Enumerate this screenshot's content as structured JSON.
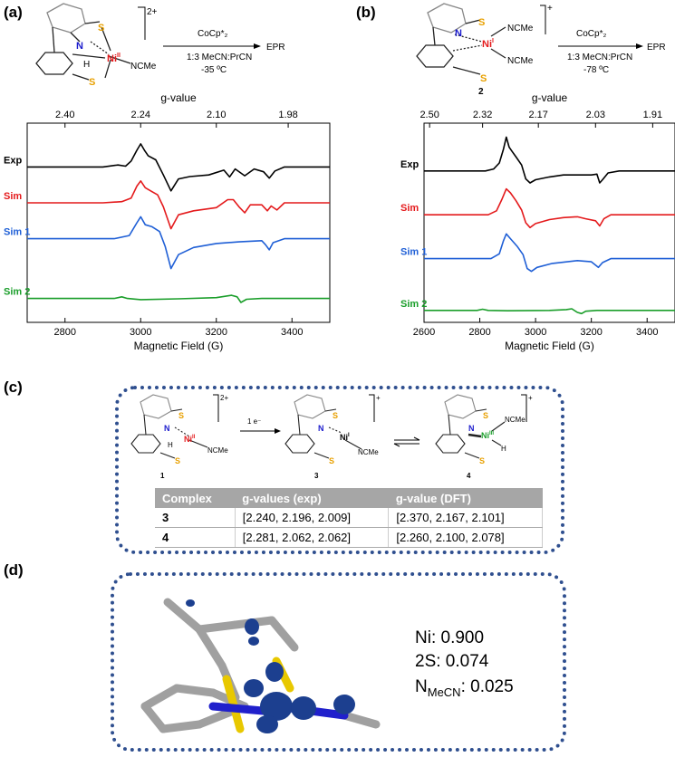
{
  "panels": {
    "a": {
      "label": "(a)",
      "charge": "2+",
      "reagent": "CoCp*₂",
      "conditions": [
        "1:3 MeCN:PrCN",
        "-35 ºC"
      ],
      "product": "EPR",
      "atoms": {
        "ni": "Ni",
        "ni_ox": "II",
        "n": "N",
        "h": "H",
        "s1": "S",
        "s2": "S",
        "ligand": "NCMe"
      }
    },
    "b": {
      "label": "(b)",
      "charge": "+",
      "reagent": "CoCp*₂",
      "conditions": [
        "1:3 MeCN:PrCN",
        "-78 ºC"
      ],
      "product": "EPR",
      "compound": "2",
      "atoms": {
        "ni": "Ni",
        "ni_ox": "I",
        "n": "N",
        "s1": "S",
        "s2": "S",
        "ligand1": "NCMe",
        "ligand2": "NCMe"
      }
    },
    "c": {
      "label": "(c)",
      "compounds": [
        {
          "id": "1",
          "charge": "2+",
          "ni": "Ni",
          "ox": "II",
          "n": "N",
          "h": "H",
          "s": "S",
          "lig": "NCMe"
        },
        {
          "id": "3",
          "charge": "+",
          "ni": "Ni",
          "ox": "I",
          "n": "N",
          "s": "S",
          "lig": "NCMe"
        },
        {
          "id": "4",
          "charge": "+",
          "ni": "Ni",
          "ox": "III",
          "n": "N",
          "h": "H",
          "s": "S",
          "lig": "NCMe"
        }
      ],
      "reduction_label": "1 e⁻",
      "table": {
        "headers": [
          "Complex",
          "g-values (exp)",
          "g-value (DFT)"
        ],
        "rows": [
          [
            "3",
            "[2.240, 2.196, 2.009]",
            "[2.370, 2.167, 2.101]"
          ],
          [
            "4",
            "[2.281, 2.062, 2.062]",
            "[2.260, 2.100, 2.078]"
          ]
        ]
      }
    },
    "d": {
      "label": "(d)",
      "spin_density": {
        "ni": "Ni: 0.900",
        "s": "2S: 0.074",
        "n_main": "N",
        "n_sub": "MeCN",
        "n_val": ": 0.025"
      }
    }
  },
  "colors": {
    "exp": "#000000",
    "sim": "#e41a1c",
    "sim1": "#1f5fd6",
    "sim2": "#1a9e2a",
    "n_atom": "#1a1acc",
    "s_atom": "#e8a000",
    "ni_atom": "#e41a1c",
    "ni_iii": "#1a9e2a",
    "box": "#2f4f8f"
  },
  "chart_data": [
    {
      "type": "line",
      "xlabel": "Magnetic Field (G)",
      "top_label": "g-value",
      "xlim": [
        2700,
        3500
      ],
      "xticks": [
        2800,
        3000,
        3200,
        3400
      ],
      "top_ticks": [
        "2.40",
        "2.24",
        "2.10",
        "1.98"
      ],
      "top_tick_fields": [
        2800,
        3000,
        3200,
        3390
      ],
      "series": [
        {
          "name": "Exp",
          "color": "#000000",
          "baseline": 0.78,
          "points": [
            [
              2700,
              0
            ],
            [
              2900,
              0
            ],
            [
              2940,
              0.05
            ],
            [
              2960,
              0.02
            ],
            [
              2975,
              0.15
            ],
            [
              2990,
              0.42
            ],
            [
              3000,
              0.58
            ],
            [
              3010,
              0.42
            ],
            [
              3020,
              0.28
            ],
            [
              3040,
              0.18
            ],
            [
              3060,
              -0.2
            ],
            [
              3080,
              -0.6
            ],
            [
              3100,
              -0.3
            ],
            [
              3130,
              -0.24
            ],
            [
              3180,
              -0.2
            ],
            [
              3220,
              -0.08
            ],
            [
              3235,
              -0.25
            ],
            [
              3250,
              -0.05
            ],
            [
              3275,
              -0.22
            ],
            [
              3300,
              -0.05
            ],
            [
              3325,
              -0.12
            ],
            [
              3340,
              -0.28
            ],
            [
              3355,
              -0.1
            ],
            [
              3380,
              0
            ],
            [
              3500,
              0
            ]
          ]
        },
        {
          "name": "Sim",
          "color": "#e41a1c",
          "baseline": 0.6,
          "points": [
            [
              2700,
              0
            ],
            [
              2900,
              0
            ],
            [
              2950,
              0.03
            ],
            [
              2975,
              0.12
            ],
            [
              2990,
              0.42
            ],
            [
              3000,
              0.55
            ],
            [
              3012,
              0.38
            ],
            [
              3030,
              0.28
            ],
            [
              3045,
              0.2
            ],
            [
              3060,
              -0.1
            ],
            [
              3080,
              -0.65
            ],
            [
              3100,
              -0.3
            ],
            [
              3140,
              -0.2
            ],
            [
              3200,
              -0.12
            ],
            [
              3230,
              0.08
            ],
            [
              3245,
              0.08
            ],
            [
              3260,
              -0.1
            ],
            [
              3275,
              -0.25
            ],
            [
              3290,
              -0.05
            ],
            [
              3320,
              -0.05
            ],
            [
              3335,
              -0.2
            ],
            [
              3345,
              -0.08
            ],
            [
              3360,
              -0.18
            ],
            [
              3380,
              0
            ],
            [
              3500,
              0
            ]
          ]
        },
        {
          "name": "Sim 1",
          "color": "#1f5fd6",
          "baseline": 0.42,
          "points": [
            [
              2700,
              0
            ],
            [
              2930,
              0
            ],
            [
              2970,
              0.08
            ],
            [
              2990,
              0.4
            ],
            [
              3000,
              0.55
            ],
            [
              3012,
              0.35
            ],
            [
              3030,
              0.3
            ],
            [
              3050,
              0.18
            ],
            [
              3065,
              -0.2
            ],
            [
              3080,
              -0.75
            ],
            [
              3100,
              -0.4
            ],
            [
              3140,
              -0.22
            ],
            [
              3200,
              -0.12
            ],
            [
              3260,
              -0.08
            ],
            [
              3320,
              -0.05
            ],
            [
              3330,
              -0.15
            ],
            [
              3340,
              -0.28
            ],
            [
              3350,
              -0.1
            ],
            [
              3380,
              0
            ],
            [
              3500,
              0
            ]
          ]
        },
        {
          "name": "Sim 2",
          "color": "#1a9e2a",
          "baseline": 0.12,
          "points": [
            [
              2700,
              0
            ],
            [
              2930,
              0
            ],
            [
              2950,
              0.04
            ],
            [
              2965,
              0
            ],
            [
              3000,
              -0.03
            ],
            [
              3100,
              -0.01
            ],
            [
              3200,
              0.02
            ],
            [
              3240,
              0.08
            ],
            [
              3255,
              0.04
            ],
            [
              3265,
              -0.1
            ],
            [
              3280,
              -0.02
            ],
            [
              3320,
              0
            ],
            [
              3500,
              0
            ]
          ]
        }
      ]
    },
    {
      "type": "line",
      "xlabel": "Magnetic Field (G)",
      "top_label": "g-value",
      "xlim": [
        2600,
        3500
      ],
      "xticks": [
        2600,
        2800,
        3000,
        3200,
        3400
      ],
      "top_ticks": [
        "2.50",
        "2.32",
        "2.17",
        "2.03",
        "1.91"
      ],
      "top_tick_fields": [
        2620,
        2810,
        3010,
        3215,
        3420
      ],
      "series": [
        {
          "name": "Exp",
          "color": "#000000",
          "baseline": 0.76,
          "points": [
            [
              2600,
              0
            ],
            [
              2820,
              0
            ],
            [
              2850,
              0.05
            ],
            [
              2870,
              0.2
            ],
            [
              2885,
              0.55
            ],
            [
              2895,
              0.85
            ],
            [
              2905,
              0.6
            ],
            [
              2915,
              0.5
            ],
            [
              2930,
              0.35
            ],
            [
              2950,
              0.15
            ],
            [
              2965,
              -0.2
            ],
            [
              2980,
              -0.3
            ],
            [
              3000,
              -0.22
            ],
            [
              3050,
              -0.15
            ],
            [
              3100,
              -0.1
            ],
            [
              3150,
              -0.1
            ],
            [
              3200,
              -0.1
            ],
            [
              3220,
              -0.08
            ],
            [
              3230,
              -0.3
            ],
            [
              3240,
              -0.22
            ],
            [
              3260,
              -0.05
            ],
            [
              3300,
              0
            ],
            [
              3500,
              0
            ]
          ]
        },
        {
          "name": "Sim",
          "color": "#e41a1c",
          "baseline": 0.54,
          "points": [
            [
              2600,
              0
            ],
            [
              2830,
              0
            ],
            [
              2860,
              0.1
            ],
            [
              2880,
              0.4
            ],
            [
              2895,
              0.65
            ],
            [
              2910,
              0.55
            ],
            [
              2930,
              0.35
            ],
            [
              2950,
              0.12
            ],
            [
              2965,
              -0.2
            ],
            [
              2980,
              -0.32
            ],
            [
              3000,
              -0.22
            ],
            [
              3050,
              -0.12
            ],
            [
              3100,
              -0.07
            ],
            [
              3150,
              -0.05
            ],
            [
              3180,
              -0.1
            ],
            [
              3215,
              -0.15
            ],
            [
              3230,
              -0.28
            ],
            [
              3245,
              -0.1
            ],
            [
              3270,
              0
            ],
            [
              3500,
              0
            ]
          ]
        },
        {
          "name": "Sim 1",
          "color": "#1f5fd6",
          "baseline": 0.32,
          "points": [
            [
              2600,
              0
            ],
            [
              2840,
              0
            ],
            [
              2870,
              0.12
            ],
            [
              2885,
              0.45
            ],
            [
              2895,
              0.62
            ],
            [
              2910,
              0.5
            ],
            [
              2935,
              0.3
            ],
            [
              2955,
              0.1
            ],
            [
              2970,
              -0.25
            ],
            [
              2985,
              -0.32
            ],
            [
              3005,
              -0.22
            ],
            [
              3060,
              -0.12
            ],
            [
              3150,
              -0.05
            ],
            [
              3200,
              -0.08
            ],
            [
              3225,
              -0.22
            ],
            [
              3240,
              -0.1
            ],
            [
              3270,
              0
            ],
            [
              3500,
              0
            ]
          ]
        },
        {
          "name": "Sim 2",
          "color": "#1a9e2a",
          "baseline": 0.06,
          "points": [
            [
              2600,
              0
            ],
            [
              2790,
              0
            ],
            [
              2810,
              0.03
            ],
            [
              2830,
              0
            ],
            [
              2900,
              -0.01
            ],
            [
              3050,
              0
            ],
            [
              3110,
              0.02
            ],
            [
              3130,
              0.04
            ],
            [
              3150,
              -0.05
            ],
            [
              3165,
              -0.08
            ],
            [
              3180,
              -0.02
            ],
            [
              3220,
              0
            ],
            [
              3500,
              0
            ]
          ]
        }
      ]
    }
  ]
}
